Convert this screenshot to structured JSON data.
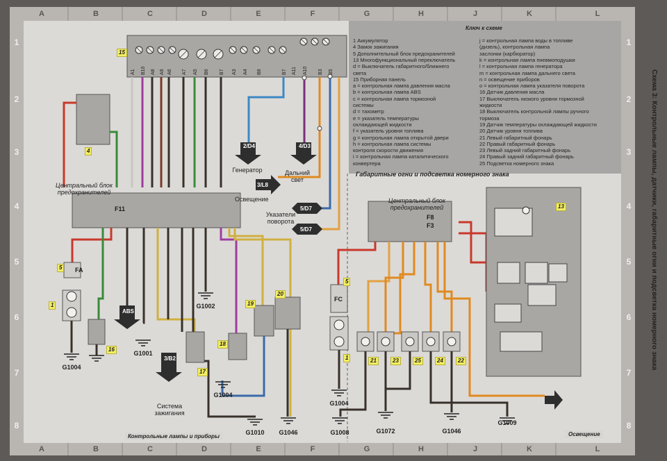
{
  "frame": {
    "letters": [
      "A",
      "B",
      "C",
      "D",
      "E",
      "F",
      "G",
      "H",
      "J",
      "K",
      "L"
    ],
    "numbers": [
      "1",
      "2",
      "3",
      "4",
      "5",
      "6",
      "7",
      "8"
    ]
  },
  "title": "Схема 3: Контрольные лампы, датчики, габаритные огни и подсветка номерного знака",
  "legend": {
    "heading": "Ключ к схеме",
    "left": [
      "1   Аккумулятор",
      "4   Замок зажигания",
      "5   Дополнительный блок предохранителей",
      "13  Многофункциональный переключатель",
      "      d = Выключатель габаритного/ближнего",
      "      света",
      "15  Приборная панель",
      "      a = контрольная лампа давления масла",
      "      b = контрольная лампа ABS",
      "      c = контрольная лампа тормозной",
      "            системы",
      "      d = тахометр",
      "      e = указатель температуры",
      "            охлаждающей жидкости",
      "      f = указатель уровня топлива",
      "      g = контрольная лампа открытой двери",
      "      h = контрольная лампа системы",
      "            контроля скорости движения",
      "      i = контрольная лампа каталитического",
      "            конвертера"
    ],
    "right": [
      "j = контрольная лампа воды в топливе",
      "      (дизель), контрольная лампа",
      "      заслонки (карбюратор)",
      "k = контрольная лампа пневмоподушки",
      "l = контрольная лампа генератора",
      "m = контрольная лампа дальнего света",
      "n = освещение приборов",
      "o = контрольная лампа указателя поворота",
      "16  Датчик давления масла",
      "17  Выключатель низкого уровня тормозной",
      "      жидкости",
      "18  Выключатель контрольной лампы ручного",
      "      тормоза",
      "19  Датчик температуры охлаждающей жидкости",
      "20  Датчик уровня топлива",
      "21  Левый габаритный фонарь",
      "22  Правый габаритный фонарь",
      "23  Левый задний габаритный фонарь",
      "24  Правый задний габаритный фонарь",
      "25  Подсветка номерного знака"
    ]
  },
  "panel_pins": [
    "A1",
    "B10",
    "A8",
    "A9",
    "A6",
    "A7",
    "A5",
    "B6",
    "B7",
    "A3",
    "A4",
    "B8",
    "B7",
    "A11",
    "A10",
    "B3",
    "B5"
  ],
  "components": {
    "c15": "15",
    "c4": "4",
    "c5a": "5",
    "c1a": "1",
    "c16": "16",
    "c17": "17",
    "c18": "18",
    "c19": "19",
    "c20": "20",
    "c13": "13",
    "c5b": "5",
    "c1b": "1",
    "c21": "21",
    "c23": "23",
    "c25": "25",
    "c24": "24",
    "c22": "22"
  },
  "fuses": {
    "fa": "FA",
    "f11": "F11",
    "fc": "FC",
    "f8": "F8",
    "f3": "F3"
  },
  "labels": {
    "central_fuse_block_left": "Центральный блок предохранителей",
    "central_fuse_block_right": "Центральный блок предохранителей",
    "generator": "Генератор",
    "high_beam": "Дальний свет",
    "lighting": "Освещение",
    "indicators": "Указатели поворота",
    "ignition_system": "Система зажигания",
    "side_lights_heading": "Габаритные огни и подсветка номерного знака",
    "abs": "ABS",
    "illum_right": "Освещение"
  },
  "arrows": {
    "gen": "2/D4",
    "high": "4/D3",
    "light": "3/L8",
    "ind1": "5/D7",
    "ind2": "5/D7",
    "ign": "3/B2"
  },
  "grounds": {
    "g1004a": "G1004",
    "g1001": "G1001",
    "g1002": "G1002",
    "g1004b": "G1004",
    "g1010": "G1010",
    "g1046a": "G1046",
    "g1004c": "G1004",
    "g1008": "G1008",
    "g1072": "G1072",
    "g1046b": "G1046",
    "g1009": "G1009"
  },
  "footers": {
    "left": "Контрольные лампы и приборы",
    "right": "Освещение"
  }
}
